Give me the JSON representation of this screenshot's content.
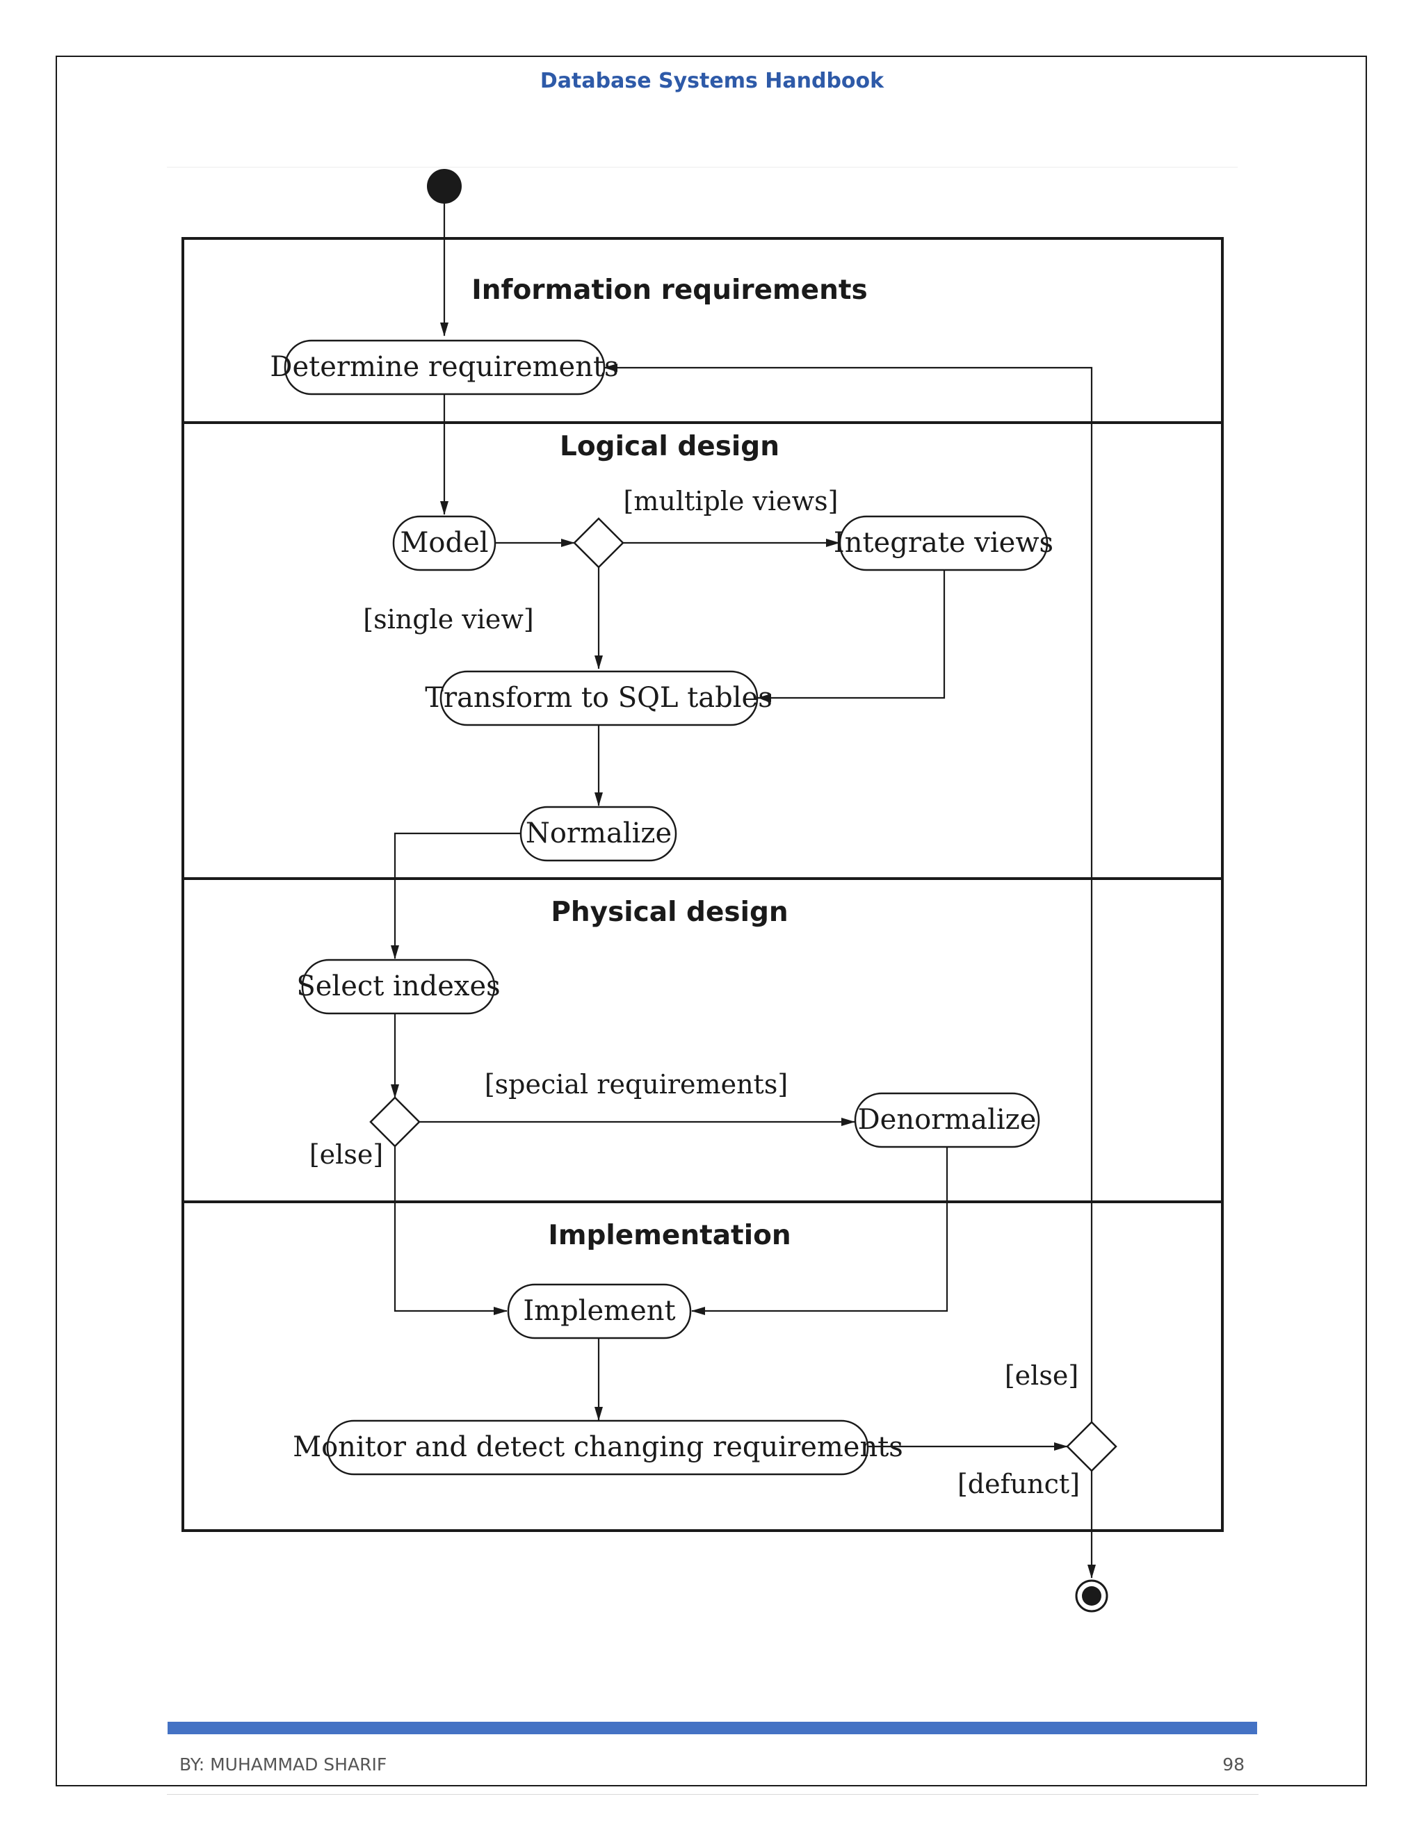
{
  "header": {
    "title": "Database Systems Handbook"
  },
  "diagram": {
    "lanes": {
      "information": "Information requirements",
      "logical": "Logical design",
      "physical": "Physical design",
      "implementation": "Implementation"
    },
    "activities": {
      "determine_requirements": "Determine requirements",
      "model": "Model",
      "integrate_views": "Integrate views",
      "transform": "Transform to SQL tables",
      "normalize": "Normalize",
      "select_indexes": "Select indexes",
      "denormalize": "Denormalize",
      "implement": "Implement",
      "monitor": "Monitor and detect changing requirements"
    },
    "guards": {
      "multiple_views": "[multiple views]",
      "single_view": "[single view]",
      "special_requirements": "[special requirements]",
      "else_physical": "[else]",
      "else_final": "[else]",
      "defunct": "[defunct]"
    }
  },
  "footer": {
    "author": "BY: MUHAMMAD SHARIF",
    "page_number": "98"
  }
}
